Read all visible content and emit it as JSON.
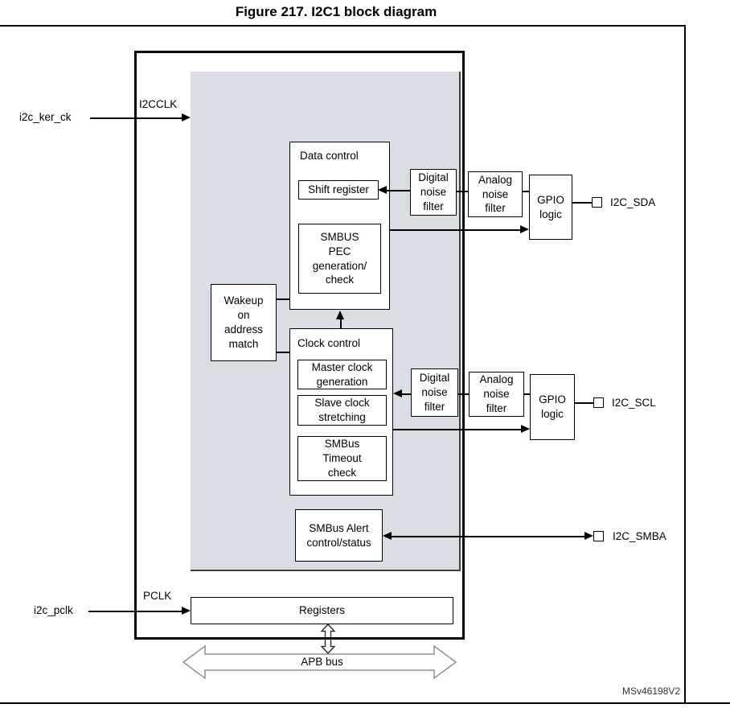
{
  "figure": {
    "title": "Figure 217. I2C1 block diagram",
    "watermark": "MSv46198V2"
  },
  "inputs": {
    "kernel_clock": {
      "label": "i2c_ker_ck",
      "internal_name": "I2CCLK"
    },
    "peripheral_clock": {
      "label": "i2c_pclk",
      "internal_name": "PCLK"
    }
  },
  "blocks": {
    "data_control": {
      "title": "Data control",
      "shift_register": "Shift register",
      "smbus_pec": "SMBUS\nPEC\ngeneration/\ncheck"
    },
    "wakeup": "Wakeup\non\naddress\nmatch",
    "clock_control": {
      "title": "Clock control",
      "master_clock": "Master clock\ngeneration",
      "slave_clock": "Slave clock\nstretching",
      "smbus_timeout": "SMBus\nTimeout\ncheck"
    },
    "smbus_alert": "SMBus Alert\ncontrol/status",
    "registers": "Registers"
  },
  "sda_path": {
    "digital_filter": "Digital\nnoise\nfilter",
    "analog_filter": "Analog\nnoise\nfilter",
    "gpio": "GPIO\nlogic",
    "pin": "I2C_SDA"
  },
  "scl_path": {
    "digital_filter": "Digital\nnoise\nfilter",
    "analog_filter": "Analog\nnoise\nfilter",
    "gpio": "GPIO\nlogic",
    "pin": "I2C_SCL"
  },
  "smba_path": {
    "pin": "I2C_SMBA"
  },
  "bus": {
    "label": "APB bus"
  },
  "colors": {
    "clock_area_fill": "#d9dde4",
    "line": "#000000",
    "apb_outline": "#8b9097"
  }
}
